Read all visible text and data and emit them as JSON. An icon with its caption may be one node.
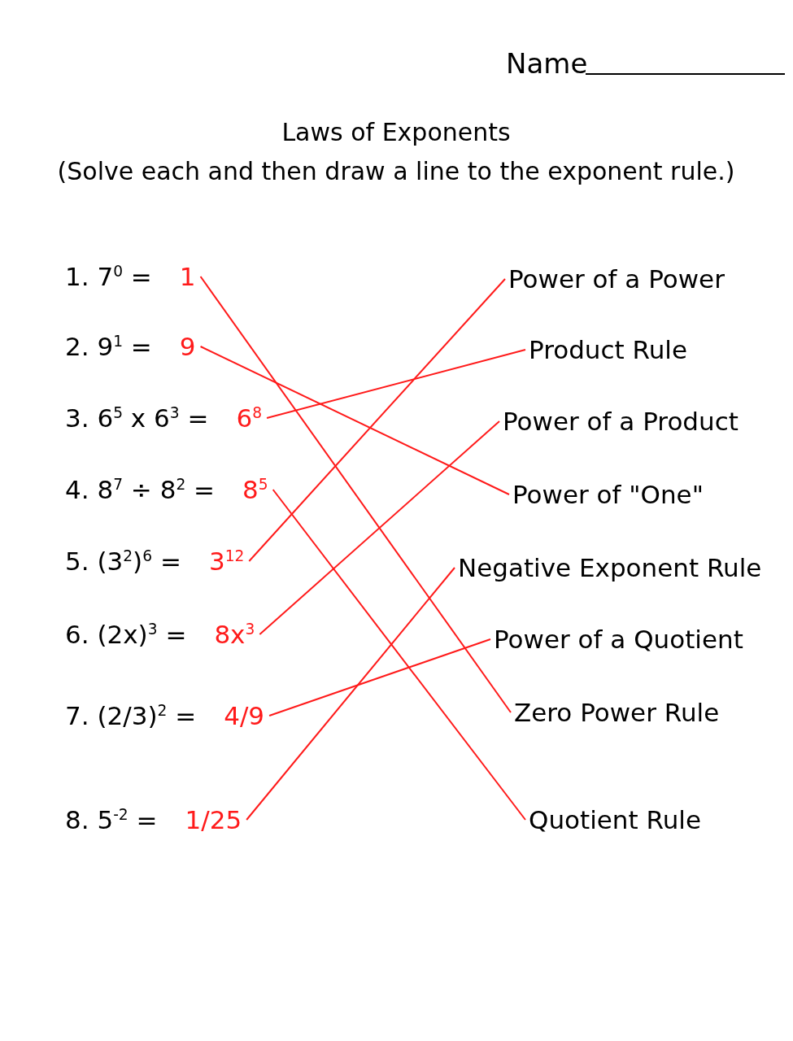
{
  "diagram": {
    "title": "Laws of Exponents",
    "nodes": [
      {
        "text": [
          "1. 7$^{0}$ =",
          "1"
        ]
      },
      {
        "text": [
          "2. 9$^{1}$ =",
          "9"
        ]
      },
      {
        "text": [
          "3. 6$^{5}$ x 6$^{3}$ =",
          "6$^{8}$"
        ]
      },
      {
        "text": [
          "4. 8$^{7}$ ÷ 8$^{2}$ =",
          "8$^{5}$"
        ]
      },
      {
        "text": [
          "5. (3$^{2}$)$^{6}$ =",
          "3$^{12}$"
        ]
      },
      {
        "text": [
          "6. (2x)$^{3}$ =",
          "8x$^{3}$"
        ]
      },
      {
        "text": [
          "7. (2/3)$^{2}$ =",
          "4/9"
        ]
      },
      {
        "text": [
          "8. 5$^{-2}$ =",
          "1/25"
        ]
      },
      {
        "text": [
          "Power of a Power"
        ]
      },
      {
        "text": [
          "Product Rule"
        ]
      },
      {
        "text": [
          "Power of a Product"
        ]
      },
      {
        "text": [
          "Power of \"One\""
        ]
      },
      {
        "text": [
          "Negative Exponent Rule"
        ]
      },
      {
        "text": [
          "Power of a Quotient"
        ]
      },
      {
        "text": [
          "Zero Power Rule"
        ]
      },
      {
        "text": [
          "Quotient Rule"
        ]
      }
    ],
    "edges": [
      {
        "from": 0,
        "to": 14,
        "arrow": "none"
      },
      {
        "from": 1,
        "to": 11,
        "arrow": "none"
      },
      {
        "from": 2,
        "to": 9,
        "arrow": "none"
      },
      {
        "from": 3,
        "to": 15,
        "arrow": "none"
      },
      {
        "from": 4,
        "to": 8,
        "arrow": "none"
      },
      {
        "from": 5,
        "to": 10,
        "arrow": "none"
      },
      {
        "from": 6,
        "to": 13,
        "arrow": "none"
      },
      {
        "from": 7,
        "to": 12,
        "arrow": "none"
      }
    ],
    "labels": [
      "Name",
      "(Solve each and then draw a line to the exponent rule.)"
    ]
  }
}
